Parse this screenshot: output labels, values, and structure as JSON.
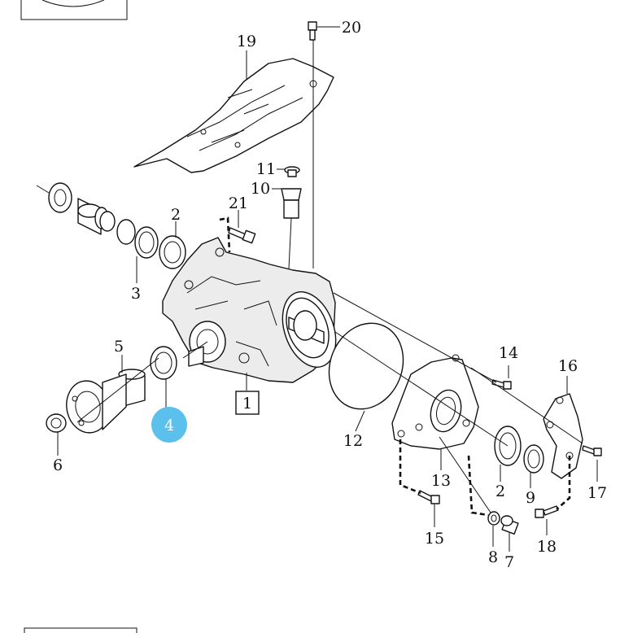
{
  "diagram": {
    "callouts": [
      "1",
      "2",
      "2",
      "3",
      "4",
      "5",
      "6",
      "7",
      "8",
      "9",
      "10",
      "11",
      "12",
      "13",
      "14",
      "15",
      "16",
      "17",
      "18",
      "19",
      "20",
      "21"
    ],
    "highlighted_callout": "4",
    "colors": {
      "highlight": "#5bc0eb",
      "line": "#111111",
      "background": "#ffffff"
    }
  }
}
